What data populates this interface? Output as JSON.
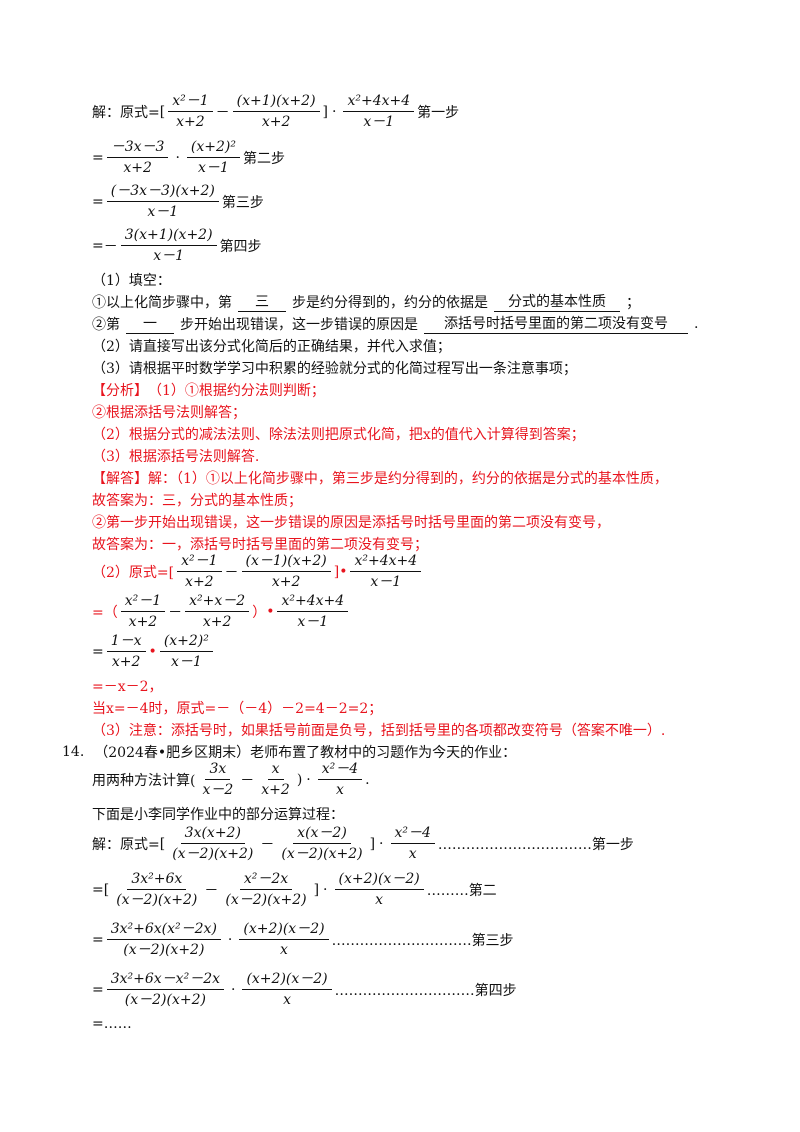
{
  "sol_label": "解：原式=",
  "s1": {
    "a_num": "x²－1",
    "a_den": "x+2",
    "b_num": "(x+1)(x+2)",
    "b_den": "x+2",
    "c_num": "x²+4x+4",
    "c_den": "x－1",
    "tag": "第一步"
  },
  "s2": {
    "a_num": "－3x－3",
    "a_den": "x+2",
    "c_num": "(x+2)²",
    "c_den": "x－1",
    "tag": "第二步"
  },
  "s3": {
    "a_num": "(－3x－3)(x+2)",
    "a_den": "x－1",
    "tag": "第三步"
  },
  "s4": {
    "a_num": "3(x+1)(x+2)",
    "a_den": "x－1",
    "tag": "第四步"
  },
  "q1": "（1）填空：",
  "q1a_pre": "①以上化简步骤中，第",
  "q1a_ans1": "三",
  "q1a_mid": "步是约分得到的，约分的依据是",
  "q1a_ans2": "分式的基本性质",
  "q1a_end": "；",
  "q1b_pre": "②第",
  "q1b_ans1": "一",
  "q1b_mid": "步开始出现错误，这一步错误的原因是",
  "q1b_ans2": "添括号时括号里面的第二项没有变号",
  "q1b_end": ".",
  "q2": "（2）请直接写出该分式化简后的正确结果，并代入求值；",
  "q3": "（3）请根据平时数学学习中积累的经验就分式的化简过程写出一条注意事项；",
  "fx_tag": "【分析】",
  "fx1": "（1）①根据约分法则判断；",
  "fx2": "②根据添括号法则解答；",
  "fx3": "（2）根据分式的减法法则、除法法则把原式化简，把x的值代入计算得到答案；",
  "fx4": "（3）根据添括号法则解答.",
  "jd_tag": "【解答】",
  "jd1": "解：（1）①以上化简步骤中，第三步是约分得到的，约分的依据是分式的基本性质，",
  "jd2": "故答案为：三，分式的基本性质；",
  "jd3": "②第一步开始出现错误，这一步错误的原因是添括号时括号里面的第二项没有变号，",
  "jd4": "故答案为：一，添括号时括号里面的第二项没有变号；",
  "r1": {
    "pre": "（2）原式=[",
    "a_num": "x²－1",
    "a_den": "x+2",
    "b_num": "(x－1)(x+2)",
    "b_den": "x+2",
    "c_num": "x²+4x+4",
    "c_den": "x－1"
  },
  "r2": {
    "pre": "=（",
    "a_num": "x²－1",
    "a_den": "x+2",
    "b_num": "x²+x－2",
    "b_den": "x+2",
    "c_num": "x²+4x+4",
    "c_den": "x－1"
  },
  "r3": {
    "a_num": "1－x",
    "a_den": "x+2",
    "c_num": "(x+2)²",
    "c_den": "x－1"
  },
  "r4": "=－x－2，",
  "r5": "当x=－4时，原式=－（－4）－2=4－2=2；",
  "r6": "（3）注意：添括号时，如果括号前面是负号，括到括号里的各项都改变符号（答案不唯一）.",
  "p14_num": "14.",
  "p14_text": "（2024春•肥乡区期末）老师布置了教材中的习题作为今天的作业：",
  "p14_task_pre": "用两种方法计算(",
  "p14_task": {
    "a_num": "3x",
    "a_den": "x－2",
    "b_num": "x",
    "b_den": "x+2",
    "c_num": "x²－4",
    "c_den": "x"
  },
  "p14_desc": "下面是小李同学作业中的部分运算过程：",
  "t1": {
    "a_num": "3x(x+2)",
    "a_den": "(x－2)(x+2)",
    "b_num": "x(x－2)",
    "b_den": "(x－2)(x+2)",
    "c_num": "x²－4",
    "c_den": "x",
    "tag": "……………………………第一步"
  },
  "t2": {
    "a_num": "3x²+6x",
    "a_den": "(x－2)(x+2)",
    "b_num": "x²－2x",
    "b_den": "(x－2)(x+2)",
    "c_num": "(x+2)(x－2)",
    "c_den": "x",
    "tag": "………第二"
  },
  "t3": {
    "a_num": "3x²+6x(x²－2x)",
    "a_den": "(x－2)(x+2)",
    "c_num": "(x+2)(x－2)",
    "c_den": "x",
    "tag": "…………………………第三步"
  },
  "t4": {
    "a_num": "3x²+6x－x²－2x",
    "a_den": "(x－2)(x+2)",
    "c_num": "(x+2)(x－2)",
    "c_den": "x",
    "tag": "…………………………第四步"
  },
  "t5": "=……",
  "ops": {
    "minus": "－",
    "dot": "·",
    "eq": "=",
    "lb": "[",
    "rb": "]",
    "rp": "）",
    "reddot": "•",
    "rparen": ")",
    "period": "."
  }
}
